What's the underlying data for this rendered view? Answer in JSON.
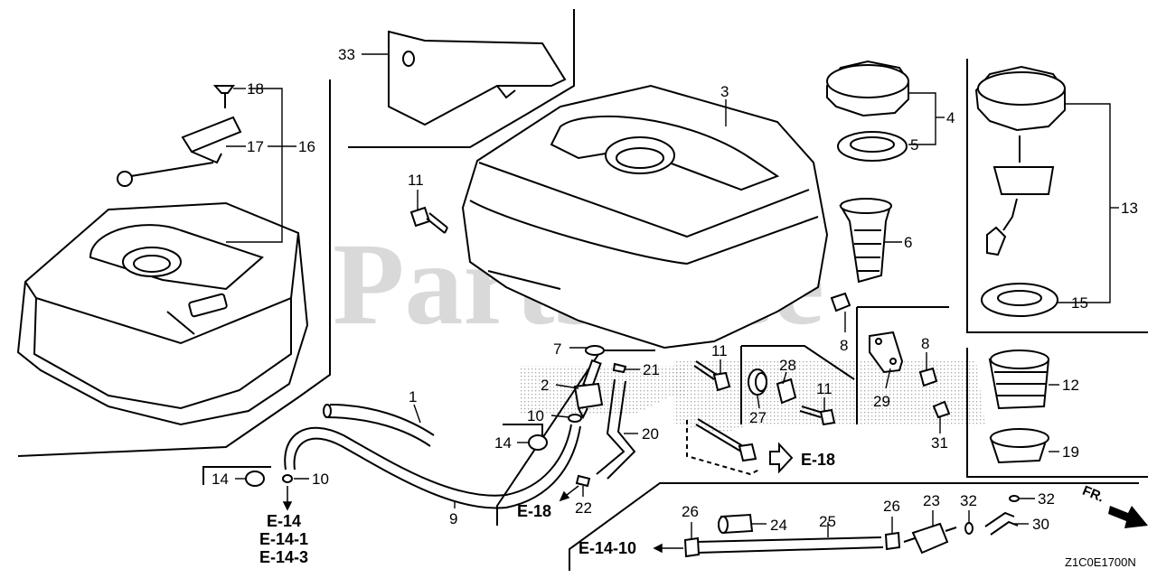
{
  "watermark": "PartsTree",
  "diagram_code": "Z1C0E1700N",
  "direction_label": "FR.",
  "callouts": {
    "c1": "1",
    "c2": "2",
    "c3": "3",
    "c4": "4",
    "c5": "5",
    "c6": "6",
    "c7": "7",
    "c8a": "8",
    "c8b": "8",
    "c9": "9",
    "c10a": "10",
    "c10b": "10",
    "c11a": "11",
    "c11b": "11",
    "c11c": "11",
    "c12": "12",
    "c13": "13",
    "c14a": "14",
    "c14b": "14",
    "c15": "15",
    "c16": "16",
    "c17": "17",
    "c18": "18",
    "c19": "19",
    "c20": "20",
    "c21": "21",
    "c22": "22",
    "c23": "23",
    "c24": "24",
    "c25": "25",
    "c26a": "26",
    "c26b": "26",
    "c27": "27",
    "c28": "28",
    "c29": "29",
    "c30": "30",
    "c31": "31",
    "c32a": "32",
    "c32b": "32",
    "c33": "33"
  },
  "references": {
    "e18_right": "E-18",
    "e18_bottom": "E-18",
    "e14": "E-14",
    "e14_1": "E-14-1",
    "e14_3": "E-14-3",
    "e14_10": "E-14-10"
  },
  "colors": {
    "line": "#000000",
    "watermark": "#d9d9d9",
    "stipple": "#9a9a9a"
  }
}
